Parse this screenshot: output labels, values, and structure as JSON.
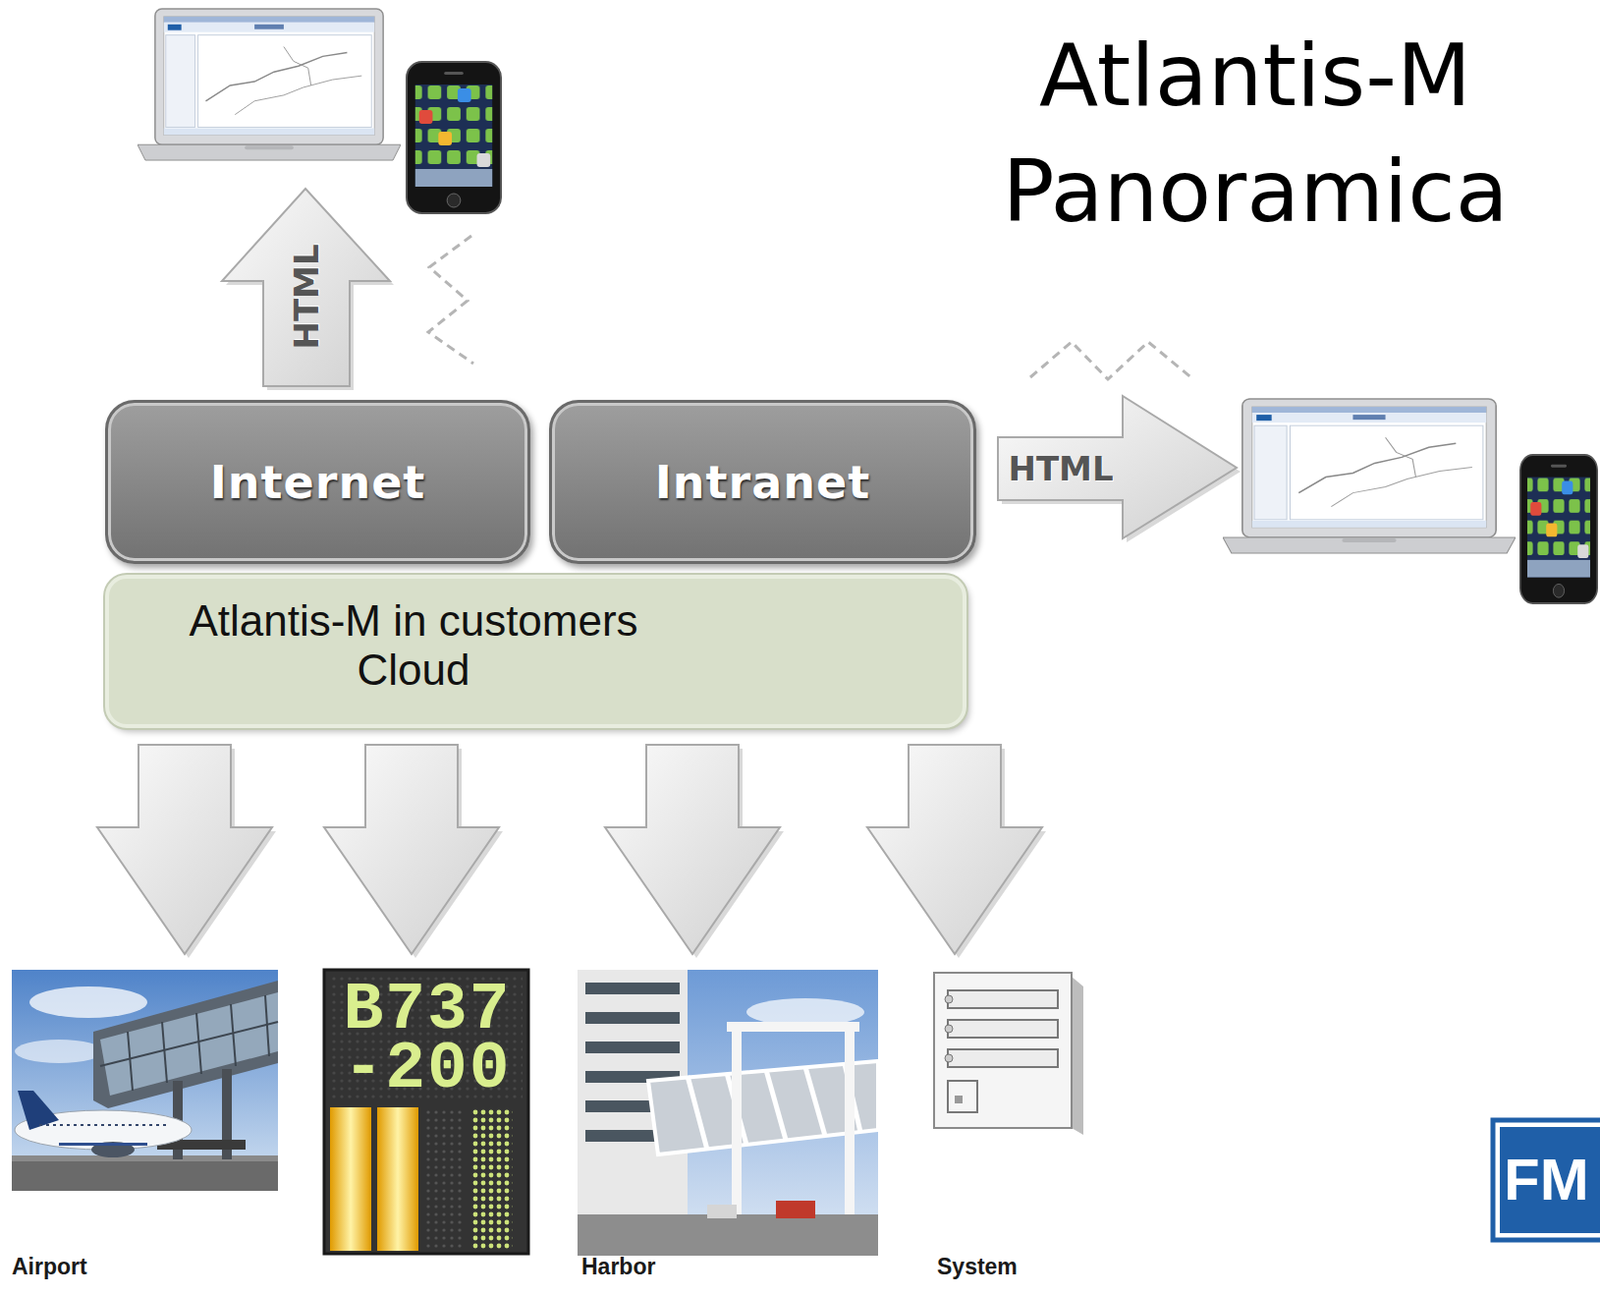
{
  "diagram": {
    "title": "Atlantis-M Panoramica",
    "nodes": [
      {
        "text": [
          "Internet"
        ]
      },
      {
        "text": [
          "Intranet"
        ]
      },
      {
        "text": [
          "Atlantis-M in customers Cloud"
        ]
      },
      {
        "text": [
          "Airport"
        ]
      },
      {
        "text": [
          "B737",
          "-200"
        ]
      },
      {
        "text": [
          "Harbor"
        ]
      },
      {
        "text": [
          "System"
        ]
      }
    ],
    "edges": [
      {
        "from": 2,
        "to": 3,
        "arrow": "to"
      },
      {
        "from": 2,
        "to": 4,
        "arrow": "to"
      },
      {
        "from": 2,
        "to": 5,
        "arrow": "to"
      },
      {
        "from": 2,
        "to": 6,
        "arrow": "to"
      }
    ],
    "labels": [
      "HTML",
      "HTML",
      "FM"
    ]
  }
}
